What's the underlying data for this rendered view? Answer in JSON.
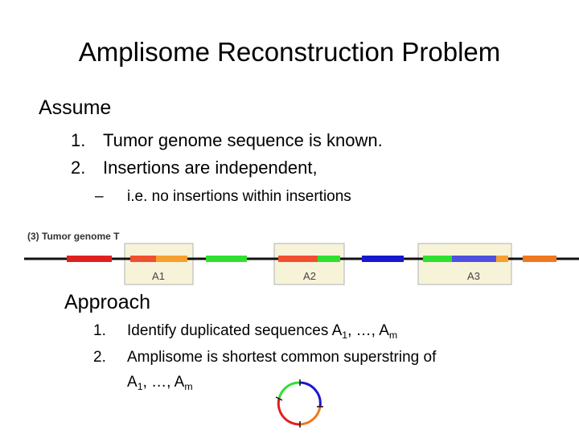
{
  "slide": {
    "title": "Amplisome Reconstruction Problem",
    "assume": {
      "heading": "Assume",
      "items": [
        {
          "num": "1.",
          "text": "Tumor genome sequence is known."
        },
        {
          "num": "2.",
          "text": "Insertions are independent,"
        }
      ],
      "subitem": {
        "bullet": "–",
        "text": "i.e. no insertions within insertions"
      }
    },
    "figure": {
      "label": "(3) Tumor genome T",
      "boxes": [
        "A1",
        "A2",
        "A3"
      ],
      "colors": {
        "red": "#e02020",
        "orange": "#f07820",
        "light_orange": "#f5a030",
        "green": "#30e030",
        "blue": "#1818d0",
        "purple_blue": "#5050e0",
        "box_fill": "#f7f3d8",
        "box_border": "#bdbdbd",
        "line": "#111111"
      }
    },
    "approach": {
      "heading": "Approach",
      "items": [
        {
          "num": "1.",
          "text": "Identify duplicated sequences A",
          "sub1": "1",
          "mid": ", …, A",
          "sub2": "m"
        },
        {
          "num": "2.",
          "text": "Amplisome is shortest common superstring of"
        }
      ],
      "continuation": {
        "text": "A",
        "sub1": "1",
        "mid": ", …, A",
        "sub2": "m"
      }
    }
  }
}
